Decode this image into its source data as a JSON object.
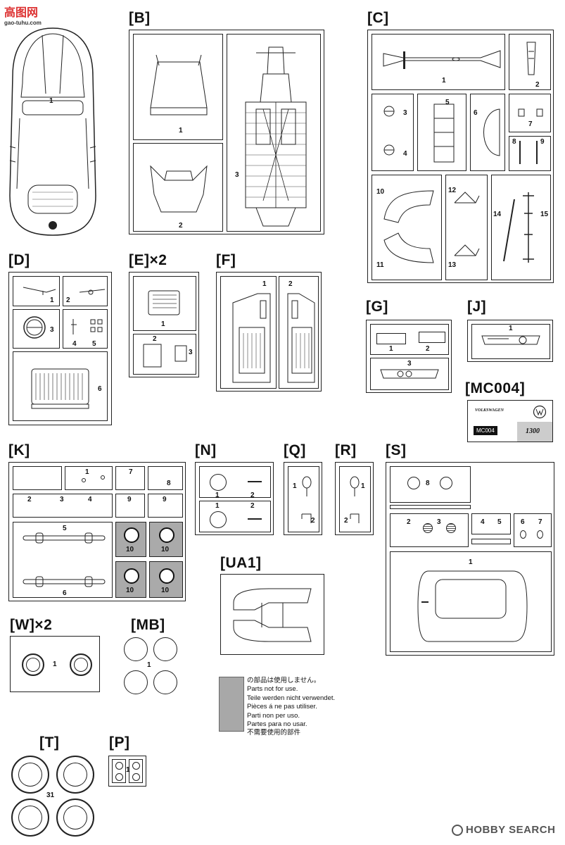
{
  "watermark": {
    "cn": "高图网",
    "url": "gao-tuhu.com"
  },
  "parts": {
    "A": {
      "title": "",
      "n1": "1"
    },
    "B": {
      "title": "[B]",
      "n1": "1",
      "n2": "2",
      "n3": "3"
    },
    "C": {
      "title": "[C]",
      "n": [
        "1",
        "2",
        "3",
        "4",
        "5",
        "6",
        "7",
        "8",
        "9",
        "10",
        "11",
        "12",
        "13",
        "14",
        "15"
      ]
    },
    "D": {
      "title": "[D]",
      "n": [
        "1",
        "2",
        "3",
        "4",
        "5",
        "6"
      ]
    },
    "E": {
      "title": "[E]×2",
      "n": [
        "1",
        "2",
        "3"
      ]
    },
    "F": {
      "title": "[F]",
      "n": [
        "1",
        "2"
      ]
    },
    "G": {
      "title": "[G]",
      "n": [
        "1",
        "2",
        "3"
      ]
    },
    "J": {
      "title": "[J]",
      "n": [
        "1"
      ]
    },
    "MC004": {
      "title": "[MC004]",
      "brand": "VOLKSWAGEN",
      "code": "MC004",
      "model": "1300"
    },
    "K": {
      "title": "[K]",
      "n": [
        "1",
        "7",
        "8",
        "2",
        "3",
        "4",
        "9",
        "9",
        "5",
        "10",
        "10",
        "6",
        "10",
        "10"
      ]
    },
    "N": {
      "title": "[N]",
      "n": [
        "1",
        "2",
        "1",
        "2"
      ]
    },
    "Q": {
      "title": "[Q]",
      "n": [
        "1",
        "2"
      ]
    },
    "R": {
      "title": "[R]",
      "n": [
        "1",
        "2"
      ]
    },
    "S": {
      "title": "[S]",
      "n": [
        "8",
        "2",
        "3",
        "4",
        "5",
        "6",
        "7",
        "1"
      ]
    },
    "UA1": {
      "title": "[UA1]"
    },
    "W": {
      "title": "[W]×2",
      "n": [
        "1"
      ]
    },
    "MB": {
      "title": "[MB]",
      "n": [
        "1"
      ]
    },
    "T": {
      "title": "[T]",
      "n": [
        "31"
      ]
    },
    "P": {
      "title": "[P]",
      "n": [
        "1"
      ]
    }
  },
  "legend": {
    "lines": [
      "の部品は使用しません。",
      "Parts not for use.",
      "Teile werden nicht verwendet.",
      "Pièces á ne pas utiliser.",
      "Parti non per uso.",
      "Partes para no usar.",
      "不需要使用的部件"
    ]
  },
  "footer": {
    "logo_text": "HOBBY SEARCH"
  }
}
